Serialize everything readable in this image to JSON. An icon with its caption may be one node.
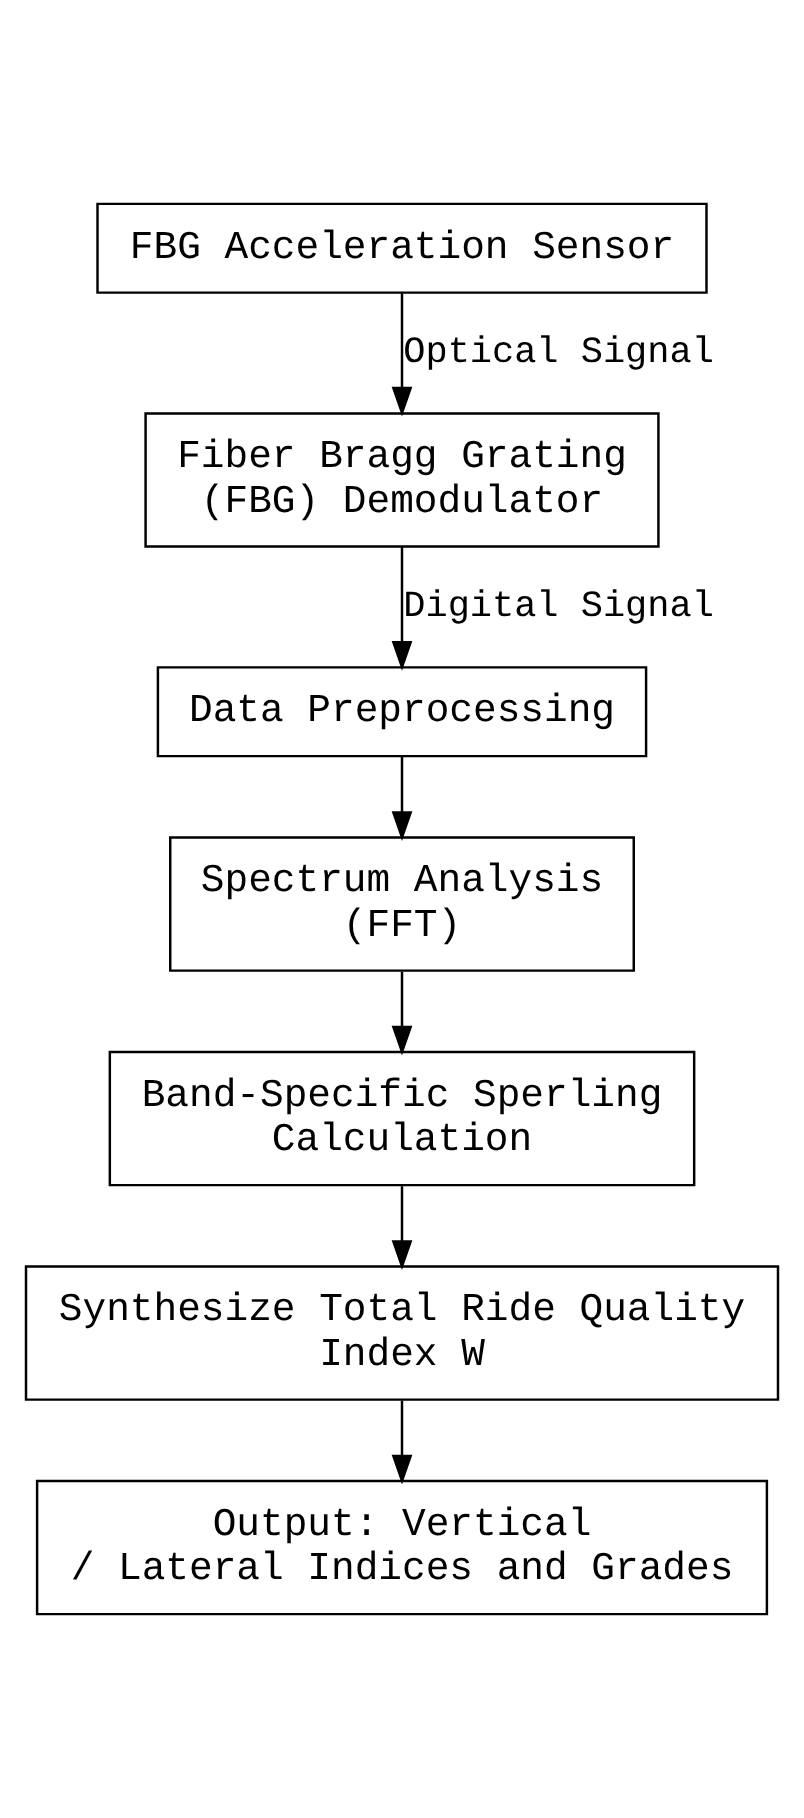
{
  "diagram": {
    "nodes": [
      {
        "text": [
          "FBG Acceleration Sensor"
        ]
      },
      {
        "text": [
          "Fiber Bragg Grating (FBG) Demodulator"
        ]
      },
      {
        "text": [
          "Data Preprocessing"
        ]
      },
      {
        "text": [
          "Spectrum Analysis (FFT)"
        ]
      },
      {
        "text": [
          "Band-Specific Sperling Calculation"
        ]
      },
      {
        "text": [
          "Synthesize Total Ride Quality Index W"
        ]
      },
      {
        "text": [
          "Output: Vertical / Lateral Indices and Grades"
        ]
      }
    ],
    "edges": [
      {
        "from": 0,
        "to": 1,
        "arrow": "to",
        "label": "Optical Signal"
      },
      {
        "from": 1,
        "to": 2,
        "arrow": "to",
        "label": "Digital Signal"
      },
      {
        "from": 2,
        "to": 3,
        "arrow": "to"
      },
      {
        "from": 3,
        "to": 4,
        "arrow": "to"
      },
      {
        "from": 4,
        "to": 5,
        "arrow": "to"
      },
      {
        "from": 5,
        "to": 6,
        "arrow": "to"
      }
    ]
  }
}
